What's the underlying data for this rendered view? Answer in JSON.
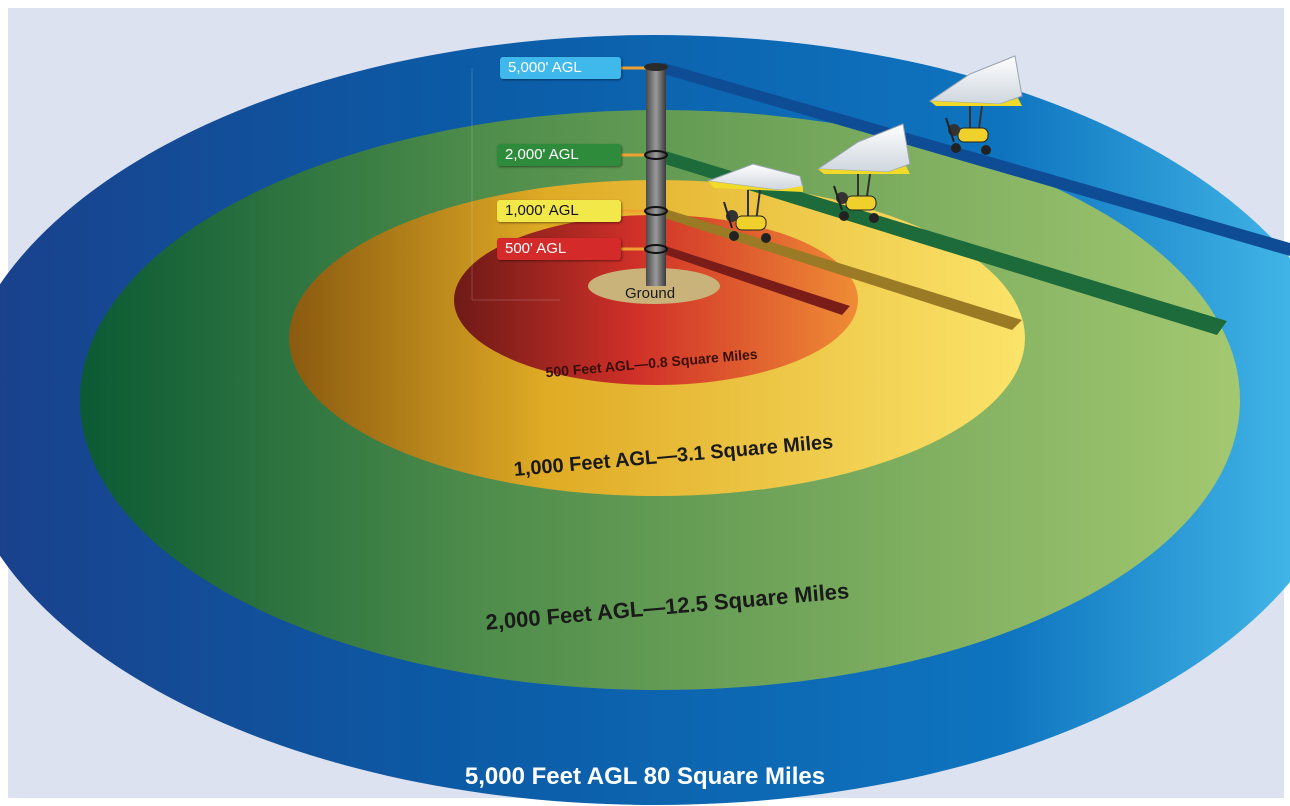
{
  "altitude_tags": [
    {
      "label": "5,000' AGL",
      "color": "#3fb8ec"
    },
    {
      "label": "2,000' AGL",
      "color": "#2e8b3c"
    },
    {
      "label": "1,000' AGL",
      "color": "#f3e84a"
    },
    {
      "label": "500' AGL",
      "color": "#d42a2a"
    }
  ],
  "ground_label": "Ground",
  "zone_captions": {
    "z500": "500 Feet AGL—0.8 Square Miles",
    "z1000": "1,000 Feet AGL—3.1 Square Miles",
    "z2000": "2,000 Feet AGL—12.5 Square Miles",
    "z5000": "5,000 Feet AGL 80 Square Miles"
  },
  "zone_colors": {
    "z5000": "#0f63a8",
    "z2000": "#6ea85a",
    "z1000": "#f0c53c",
    "z500": "#c8352a",
    "ground": "#c9b37a",
    "background": "#dde2f0"
  }
}
